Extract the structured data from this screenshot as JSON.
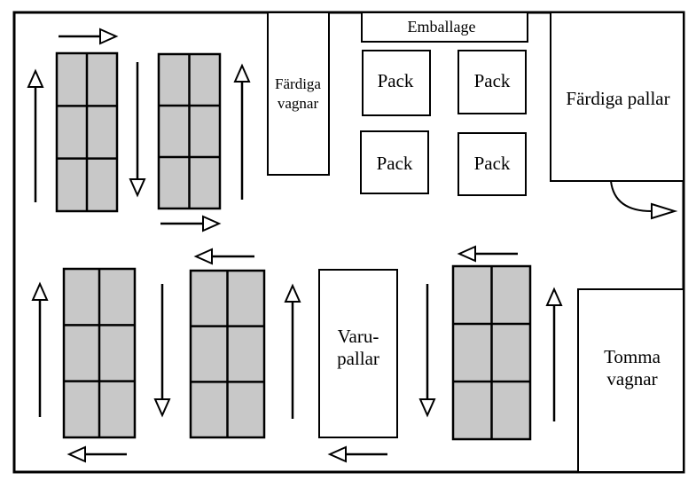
{
  "colors": {
    "background": "#ffffff",
    "line": "#000000",
    "shelf_fill": "#c8c8c8"
  },
  "labels": {
    "emballage": "Emballage",
    "fardiga_vagnar": [
      "Färdiga",
      "vagnar"
    ],
    "pack_1": "Pack",
    "pack_2": "Pack",
    "pack_3": "Pack",
    "pack_4": "Pack",
    "fardiga_pallar": "Färdiga pallar",
    "varupallar": [
      "Varu-",
      "pallar"
    ],
    "tomma_vagnar": [
      "Tomma",
      "vagnar"
    ]
  },
  "shelf_grid": {
    "columns": 2,
    "rows": 3
  }
}
